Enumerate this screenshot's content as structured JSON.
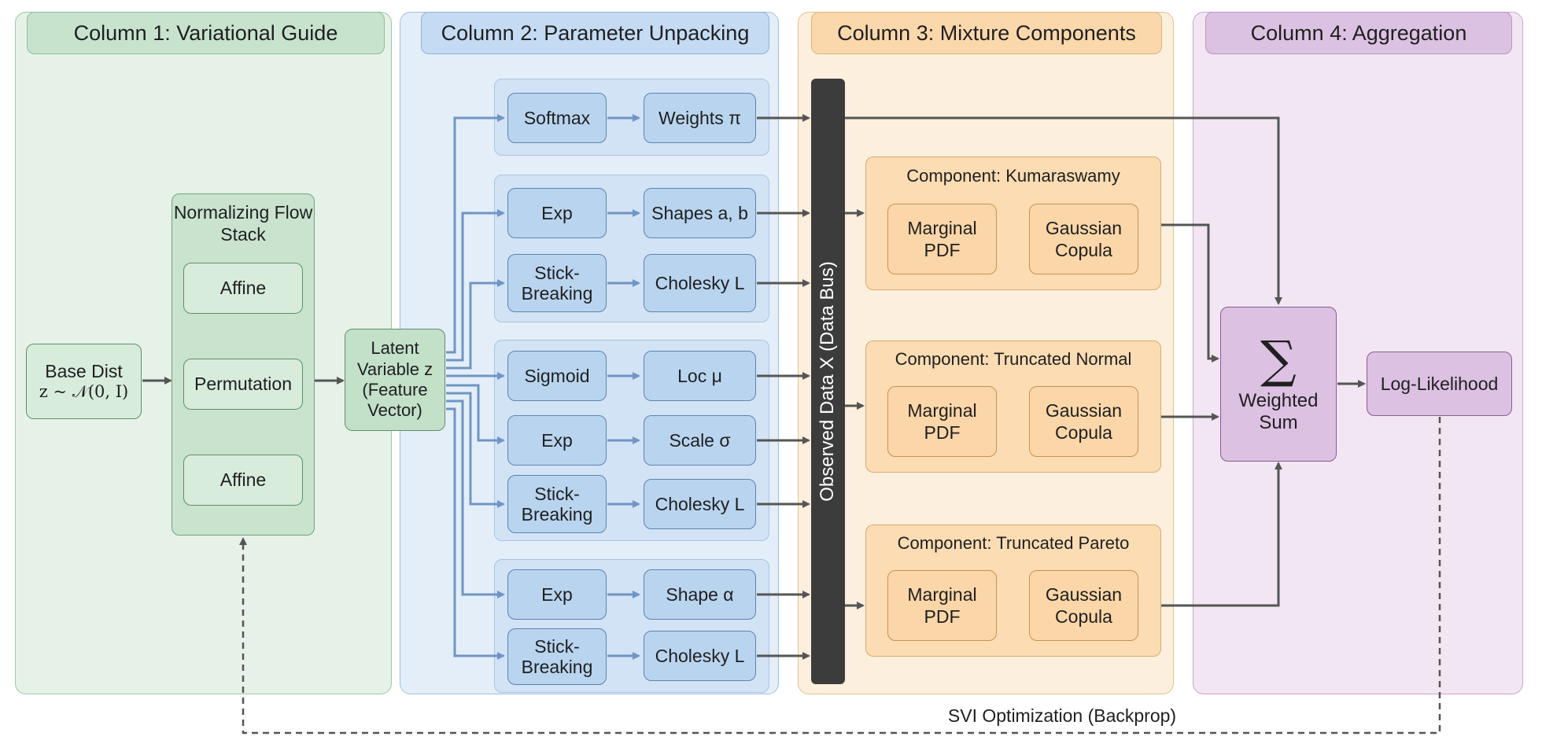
{
  "columns": {
    "c1": "Column 1: Variational Guide",
    "c2": "Column 2: Parameter Unpacking",
    "c3": "Column 3: Mixture Components",
    "c4": "Column 4: Aggregation"
  },
  "guide": {
    "base_dist_title": "Base Dist",
    "base_dist_formula": "z ~ 𝒩(0, I)",
    "flow_title": "Normalizing Flow Stack",
    "flow_layers": [
      "Affine",
      "Permutation",
      "Affine"
    ],
    "latent_line1": "Latent",
    "latent_line2": "Variable z",
    "latent_line3": "(Feature",
    "latent_line4": "Vector)"
  },
  "unpack": {
    "transforms": [
      "Softmax",
      "Exp",
      "Stick-Breaking",
      "Sigmoid",
      "Exp",
      "Stick-Breaking",
      "Exp",
      "Stick-Breaking"
    ],
    "params": [
      "Weights π",
      "Shapes a, b",
      "Cholesky L",
      "Loc μ",
      "Scale σ",
      "Cholesky L",
      "Shape α",
      "Cholesky L"
    ]
  },
  "bus": {
    "label": "Observed Data X (Data Bus)"
  },
  "components": [
    {
      "title": "Component: Kumaraswamy",
      "marginal": "Marginal PDF",
      "copula": "Gaussian Copula"
    },
    {
      "title": "Component: Truncated Normal",
      "marginal": "Marginal PDF",
      "copula": "Gaussian Copula"
    },
    {
      "title": "Component: Truncated Pareto",
      "marginal": "Marginal PDF",
      "copula": "Gaussian Copula"
    }
  ],
  "aggregation": {
    "sigma": "∑",
    "weighted_sum": "Weighted Sum",
    "log_likelihood": "Log-Likelihood"
  },
  "feedback": {
    "label": "SVI Optimization (Backprop)"
  },
  "colors": {
    "arrow_dark": "#555555",
    "arrow_blue": "#6f95c4",
    "bus": "#3c3c3c"
  }
}
